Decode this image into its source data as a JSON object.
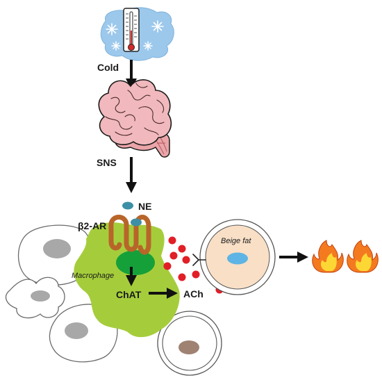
{
  "labels": {
    "cold": "Cold",
    "sns": "SNS",
    "ne": "NE",
    "b2ar": "β2-AR",
    "macrophage": "Macrophage",
    "chat": "ChAT",
    "ach": "ACh",
    "beige_fat": "Beige fat"
  },
  "colors": {
    "ice_blue": "#9cc8ec",
    "brain_pink": "#f1b9bd",
    "macrophage_green": "#a5cd3b",
    "nucleus_green": "#15a03a",
    "receptor_brown": "#b8652a",
    "ne_teal": "#3d8fa6",
    "ach_red": "#e21e26",
    "beige_cytoplasm": "#f8dfc6",
    "beige_nucleus": "#5eb4e4",
    "cell_nucleus_gray": "#a8a8a8",
    "adipocyte_nucleus_brown": "#a08272",
    "flame_orange": "#f47a20",
    "flame_yellow": "#fdd835"
  },
  "icons": [
    "thermometer-icon",
    "snowflake-icon",
    "brain-icon",
    "flame-icon"
  ]
}
